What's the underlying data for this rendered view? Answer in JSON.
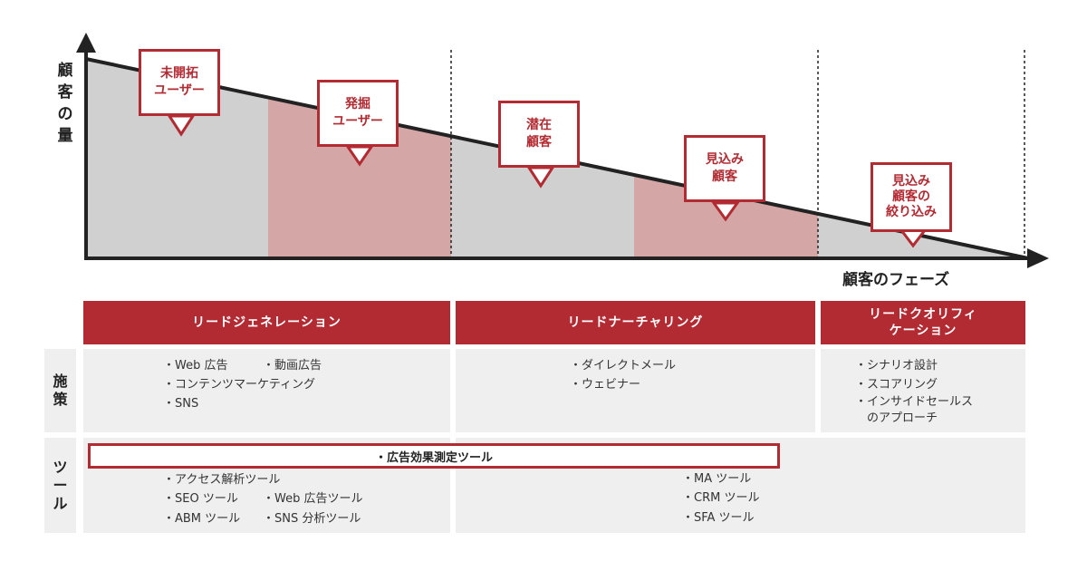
{
  "axis": {
    "y_label": "顧客の量",
    "x_label": "顧客のフェーズ"
  },
  "colors": {
    "red": "#b22b33",
    "pink": "#d4a7a6",
    "gray": "#d0d0d0",
    "light": "#efefef"
  },
  "callouts": [
    "未開拓\nユーザー",
    "発掘\nユーザー",
    "潜在\n顧客",
    "見込み\n顧客",
    "見込み\n顧客の\n絞り込み"
  ],
  "phases": [
    "リードジェネレーション",
    "リードナーチャリング",
    "リードクオリフィ\nケーション"
  ],
  "rows": {
    "measures": "施\n策",
    "tools": "ツ\nー\nル"
  },
  "measures": {
    "gen": [
      "・Web 広告",
      "・動画広告",
      "・コンテンツマーケティング",
      "・SNS"
    ],
    "nurture": [
      "・ダイレクトメール",
      "・ウェビナー"
    ],
    "qual": [
      "・シナリオ設計",
      "・スコアリング",
      "・インサイドセールス\n　のアプローチ"
    ]
  },
  "tools": {
    "shared": "・広告効果測定ツール",
    "gen": [
      "・アクセス解析ツール",
      "・SEO ツール",
      "・Web 広告ツール",
      "・ABM ツール",
      "・SNS 分析ツール"
    ],
    "nurture": [
      "・MA ツール",
      "・CRM ツール",
      "・SFA ツール"
    ]
  }
}
